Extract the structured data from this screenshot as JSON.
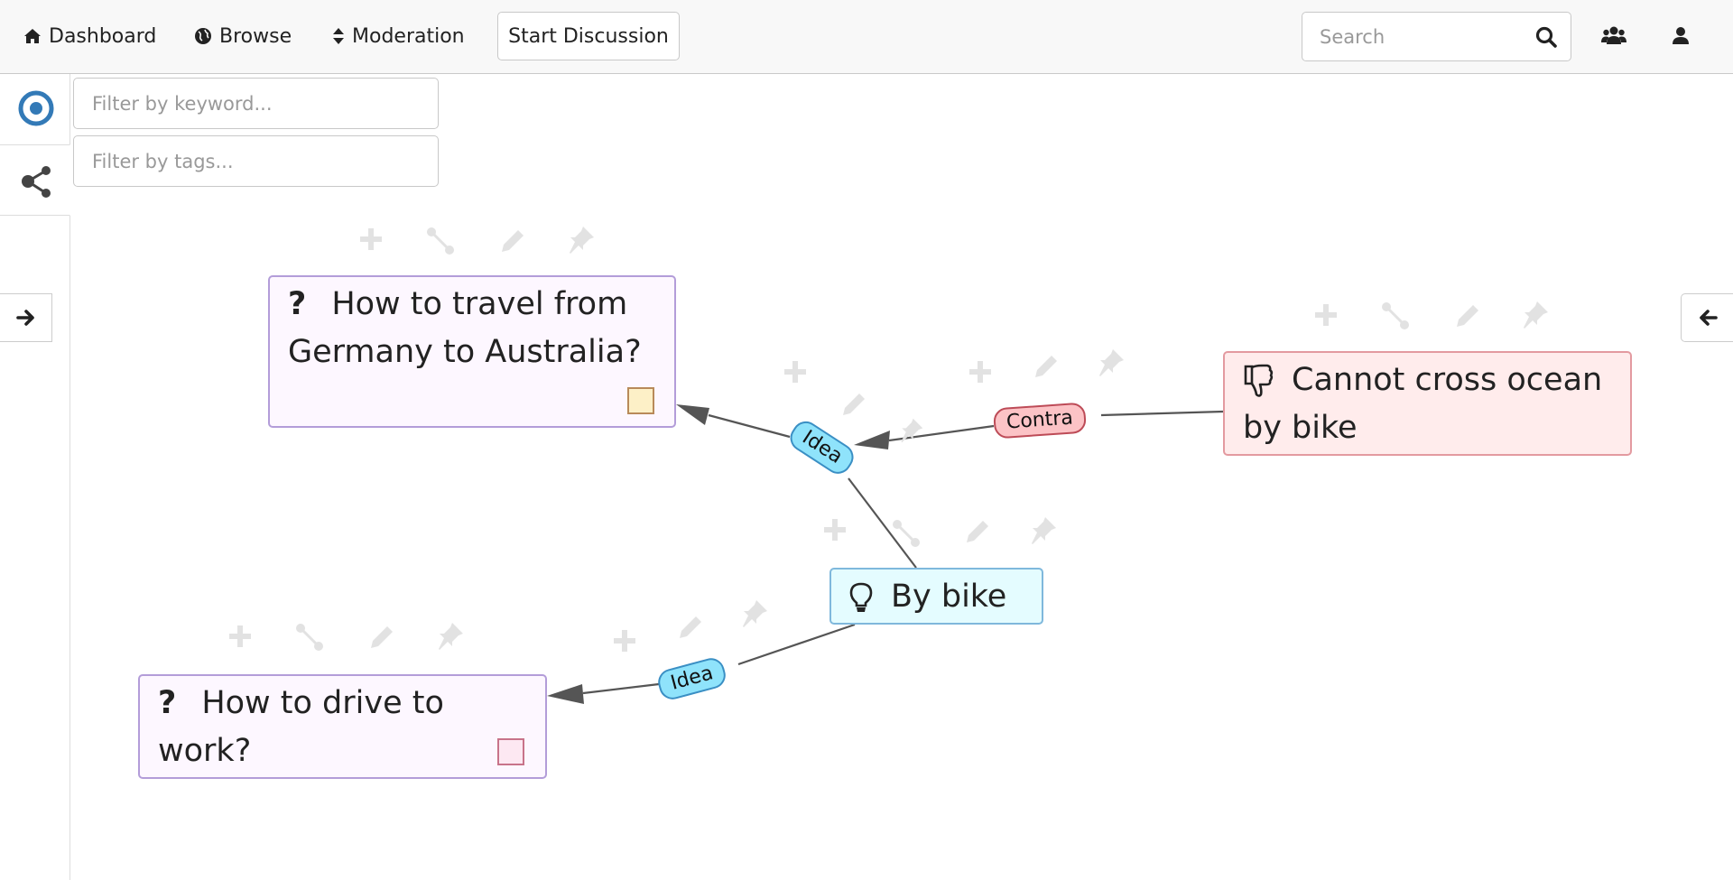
{
  "navbar": {
    "dashboard": "Dashboard",
    "browse": "Browse",
    "moderation": "Moderation",
    "start_discussion": "Start Discussion",
    "search_placeholder": "Search"
  },
  "filters": {
    "keyword_placeholder": "Filter by keyword...",
    "tags_placeholder": "Filter by tags..."
  },
  "graph": {
    "nodes": {
      "q1": {
        "type": "question",
        "icon": "question-icon",
        "text": "How to travel from Germany to Australia?",
        "marker_color": "#fdf0c7"
      },
      "contra": {
        "type": "contra",
        "icon": "thumbs-down-icon",
        "text": "Cannot cross ocean by bike"
      },
      "idea": {
        "type": "idea",
        "icon": "lightbulb-icon",
        "text": "By bike"
      },
      "q2": {
        "type": "question",
        "icon": "question-icon",
        "text": "How to drive to work?",
        "marker_color": "#fde8f2"
      }
    },
    "edges": {
      "idea_to_q1": "Idea",
      "contra_to_idea_edge": "Contra",
      "idea_to_q2": "Idea"
    },
    "node_actions": [
      "plus-icon",
      "connect-icon",
      "pencil-icon",
      "pin-icon"
    ]
  },
  "colors": {
    "question_bg": "#fdf7ff",
    "question_border": "#b39dd9",
    "contra_bg": "#ffecec",
    "contra_border": "#e39aa0",
    "idea_bg": "#e4fcff",
    "idea_border": "#7fb8dc",
    "brand": "#337ab7"
  }
}
